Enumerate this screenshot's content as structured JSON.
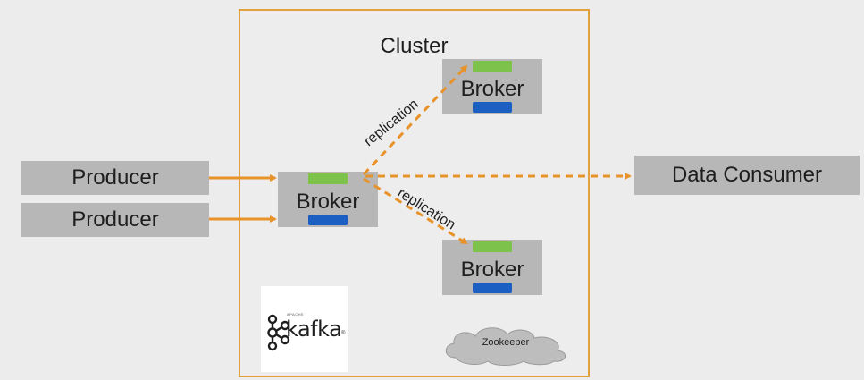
{
  "cluster": {
    "title": "Cluster"
  },
  "producers": [
    {
      "label": "Producer"
    },
    {
      "label": "Producer"
    }
  ],
  "brokers": [
    {
      "label": "Broker"
    },
    {
      "label": "Broker"
    },
    {
      "label": "Broker"
    }
  ],
  "consumer": {
    "label": "Data Consumer"
  },
  "replication_labels": [
    "replication",
    "replication"
  ],
  "kafka_logo": {
    "word": "kafka",
    "small_text": "APACHE",
    "mark": "®"
  },
  "zookeeper": {
    "label": "Zookeeper"
  },
  "colors": {
    "cluster_border": "#e3a13d",
    "arrow": "#e8922a",
    "box_fill": "#b7b7b7",
    "partition_green": "#7dc24b",
    "partition_blue": "#1c5fc2"
  },
  "icons": [
    "kafka-logo-icon",
    "cloud-icon"
  ]
}
